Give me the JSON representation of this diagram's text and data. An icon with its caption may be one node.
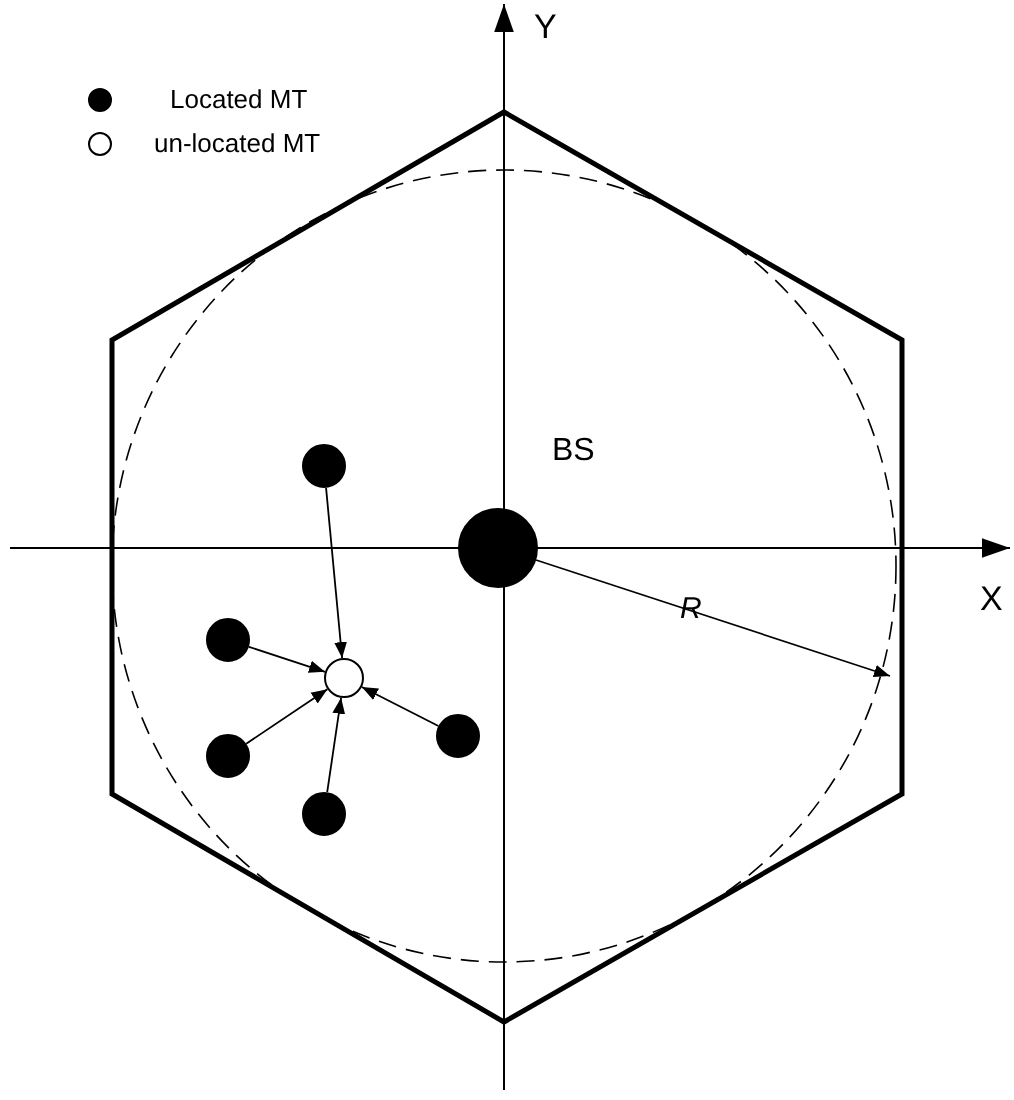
{
  "diagram": {
    "nodes": [
      {
        "text": [],
        "shape": "circle",
        "beside": [
          "BS"
        ]
      },
      {
        "text": [],
        "shape": "circle"
      },
      {
        "text": [],
        "shape": "circle"
      },
      {
        "text": [],
        "shape": "circle"
      },
      {
        "text": [],
        "shape": "circle"
      },
      {
        "text": [],
        "shape": "circle"
      },
      {
        "text": [],
        "shape": "circle"
      }
    ],
    "edges": [
      {
        "from": 1,
        "to": 6,
        "arrow": "to"
      },
      {
        "from": 2,
        "to": 6,
        "arrow": "to"
      },
      {
        "from": 3,
        "to": 6,
        "arrow": "to"
      },
      {
        "from": 4,
        "to": 6,
        "arrow": "to"
      },
      {
        "from": 5,
        "to": 6,
        "arrow": "to"
      }
    ],
    "labels": [
      "Y",
      "X",
      "R"
    ],
    "legend": [
      {
        "text": "Located MT"
      },
      {
        "text": "un-located MT"
      }
    ]
  }
}
